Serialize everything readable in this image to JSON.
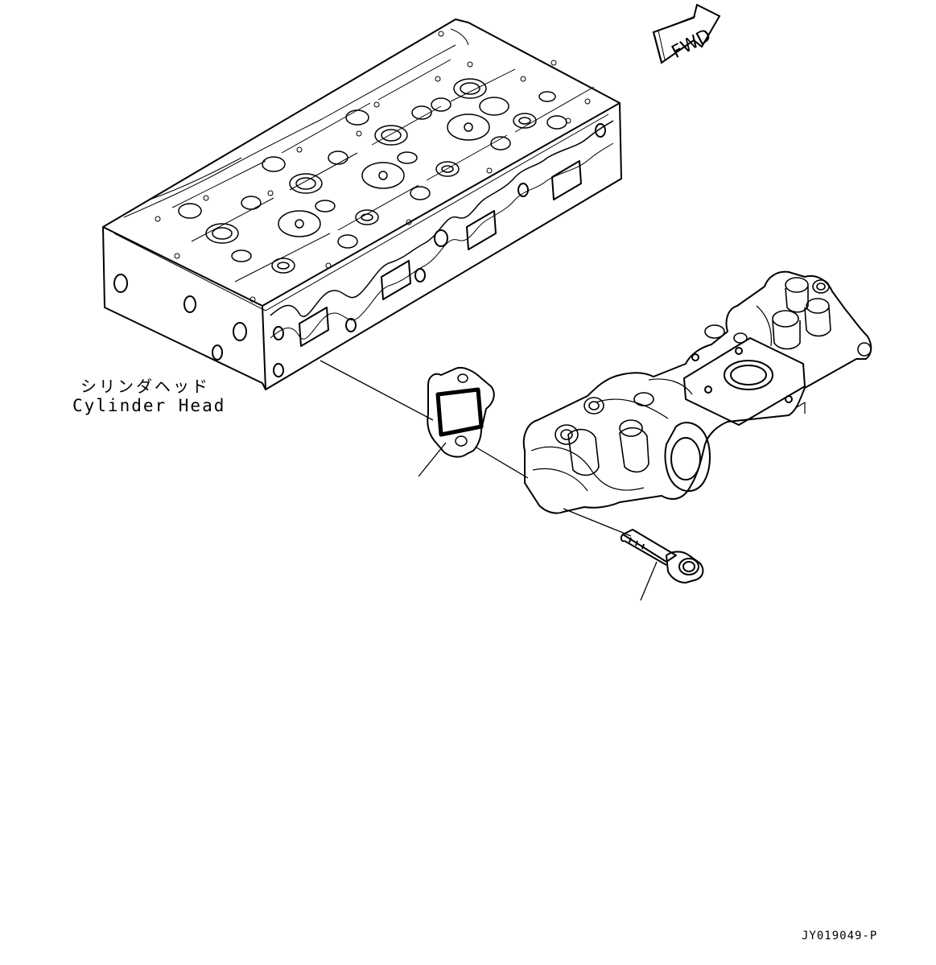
{
  "labels": {
    "cylinder_head_jp": "シリンダヘッド",
    "cylinder_head_en": "Cylinder Head",
    "forward_arrow": "FWD",
    "drawing_number": "JY019049-P"
  },
  "icons": {
    "forward": "fwd-arrow-icon"
  },
  "colors": {
    "line": "#000000",
    "background": "#ffffff"
  }
}
